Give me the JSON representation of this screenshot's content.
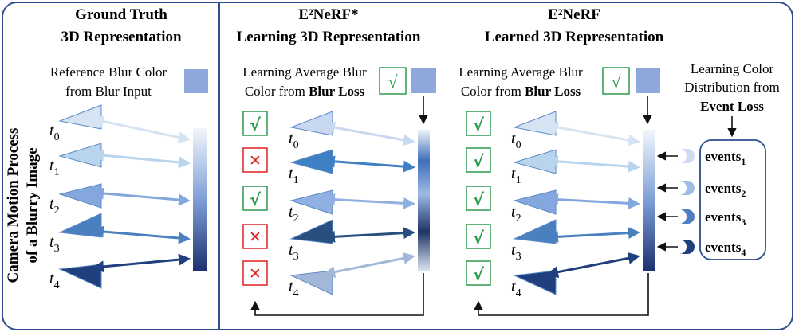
{
  "side_label": {
    "line1": "Camera Motion Process",
    "line2": "of a Blurry Image"
  },
  "panel1": {
    "title_line1": "Ground Truth",
    "title_line2": "3D Representation",
    "ref_line1": "Reference Blur Color",
    "ref_line2": "from Blur Input"
  },
  "panel2": {
    "title_line1": "E²NeRF*",
    "title_line2": "Learning 3D Representation",
    "blur_line1": "Learning Average Blur",
    "blur_line2_a": "Color from ",
    "blur_line2_b": "Blur Loss",
    "marks": [
      "check",
      "cross",
      "check",
      "cross",
      "cross"
    ]
  },
  "panel3": {
    "title_line1": "E²NeRF",
    "title_line2": "Learned 3D Representation",
    "blur_line1": "Learning Average Blur",
    "blur_line2_a": "Color from ",
    "blur_line2_b": "Blur Loss",
    "event_line1": "Learning Color",
    "event_line2": "Distribution from",
    "event_line3": "Event Loss",
    "marks": [
      "check",
      "check",
      "check",
      "check",
      "check"
    ],
    "events": [
      {
        "label": "events",
        "sub": "1"
      },
      {
        "label": "events",
        "sub": "2"
      },
      {
        "label": "events",
        "sub": "3"
      },
      {
        "label": "events",
        "sub": "4"
      }
    ]
  },
  "time_labels": [
    {
      "t": "t",
      "sub": "0"
    },
    {
      "t": "t",
      "sub": "1"
    },
    {
      "t": "t",
      "sub": "2"
    },
    {
      "t": "t",
      "sub": "3"
    },
    {
      "t": "t",
      "sub": "4"
    }
  ],
  "glyphs": {
    "check": "√",
    "cross": "✕"
  },
  "colors": {
    "border": "#2e4d8f",
    "check": "#2e9a4e",
    "cross": "#e02020",
    "swatch": "#8fa8dc",
    "shades": [
      "#d6e3f3",
      "#b9d5ee",
      "#84a8de",
      "#4a7fc0",
      "#1f3f7f"
    ],
    "wrong_shades": [
      "#c8d8f0",
      "#3f7fc3",
      "#8fb0e0",
      "#27507f",
      "#a3b8d8"
    ]
  }
}
